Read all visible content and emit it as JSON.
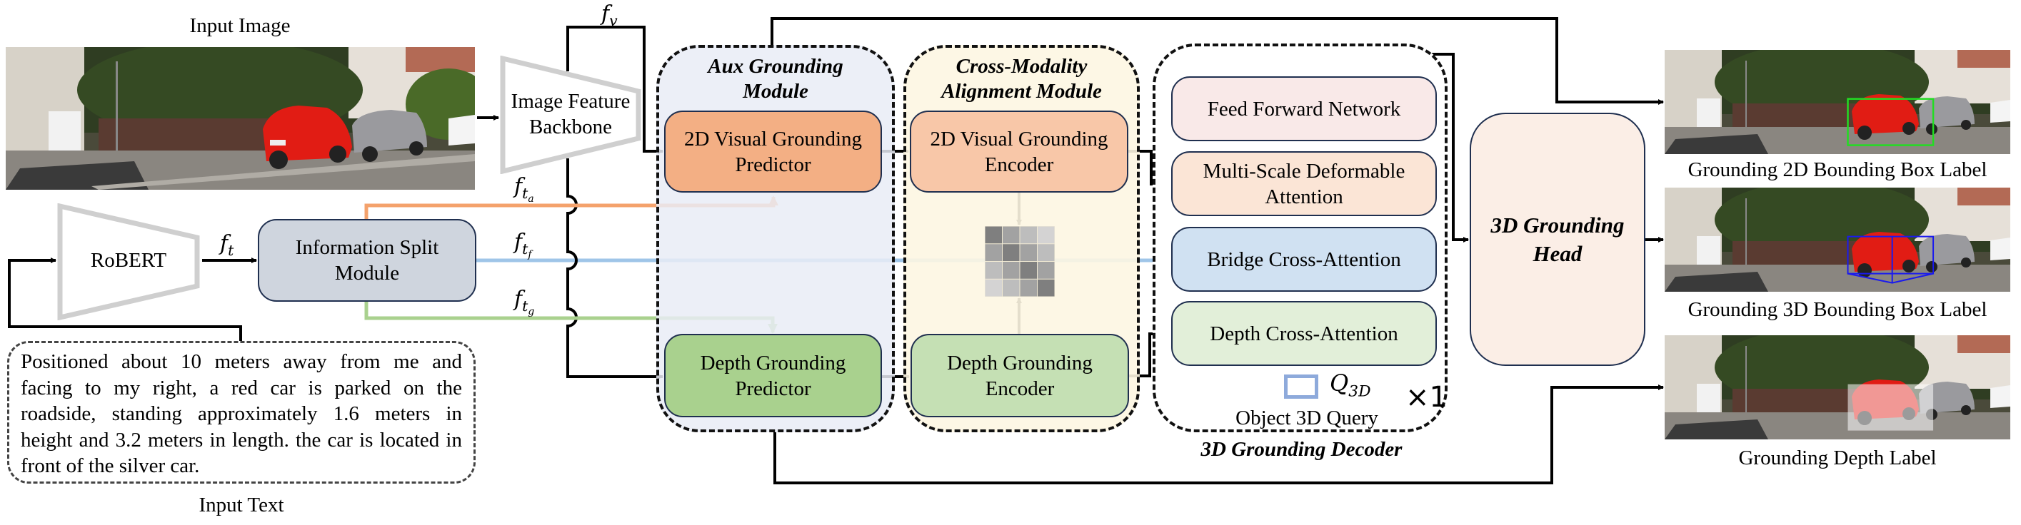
{
  "inputs": {
    "image_caption": "Input Image",
    "text_caption": "Input Text",
    "text_query": "Positioned about 10 meters away from me and facing to my right, a red car is parked on the roadside, standing approximately 1.6 meters in height and 3.2 meters in length. the car is located in front of the silver car."
  },
  "encoders": {
    "image_backbone": [
      "Image Feature",
      "Backbone"
    ],
    "text_encoder": "RoBERT",
    "info_split": [
      "Information Split",
      "Module"
    ]
  },
  "features": {
    "f_v": {
      "base": "f",
      "sub": "v"
    },
    "f_t": {
      "base": "f",
      "sub": "t"
    },
    "f_ta": {
      "base": "f",
      "sub": "t",
      "subsub": "a",
      "color": "#f4a26c"
    },
    "f_tf": {
      "base": "f",
      "sub": "t",
      "subsub": "f",
      "color": "#9fc5e8"
    },
    "f_tg": {
      "base": "f",
      "sub": "t",
      "subsub": "g",
      "color": "#a9d18e"
    }
  },
  "aux_module": {
    "title": [
      "Aux Grounding",
      "Module"
    ],
    "bg": "#e9ecf6",
    "visual_predictor": [
      "2D Visual Grounding",
      "Predictor"
    ],
    "depth_predictor": [
      "Depth Grounding",
      "Predictor"
    ]
  },
  "cma_module": {
    "title": [
      "Cross-Modality",
      "Alignment Module"
    ],
    "bg": "#fdf6e2",
    "visual_encoder": [
      "2D Visual Grounding",
      "Encoder"
    ],
    "depth_encoder": [
      "Depth Grounding",
      "Encoder"
    ],
    "affinity_grid": [
      [
        4,
        3,
        2,
        1
      ],
      [
        3,
        4,
        3,
        2
      ],
      [
        2,
        3,
        4,
        3
      ],
      [
        1,
        2,
        3,
        4
      ]
    ]
  },
  "decoder": {
    "title": "3D Grounding Decoder",
    "layers": [
      {
        "label": [
          "Feed Forward Network"
        ],
        "color": "#f9e9e8"
      },
      {
        "label": [
          "Multi-Scale Deformable",
          "Attention"
        ],
        "color": "#fbe5d6"
      },
      {
        "label": [
          "Bridge Cross-Attention"
        ],
        "color": "#d0e1f2"
      },
      {
        "label": [
          "Depth Cross-Attention"
        ],
        "color": "#e2efd9"
      }
    ],
    "query_symbol": {
      "base": "Q",
      "sub": "3D"
    },
    "query_label": "Object 3D Query",
    "repeat": "×1"
  },
  "head": {
    "title": [
      "3D Grounding",
      "Head"
    ],
    "color": "#fbeee6"
  },
  "outputs": [
    {
      "caption": "Grounding 2D Bounding Box Label",
      "overlay": "2d-box",
      "overlay_color": "#22dd22"
    },
    {
      "caption": "Grounding 3D Bounding Box Label",
      "overlay": "3d-box",
      "overlay_color": "#1a1aee"
    },
    {
      "caption": "Grounding Depth Label",
      "overlay": "depth-mask",
      "overlay_color": "#ffffff"
    }
  ]
}
